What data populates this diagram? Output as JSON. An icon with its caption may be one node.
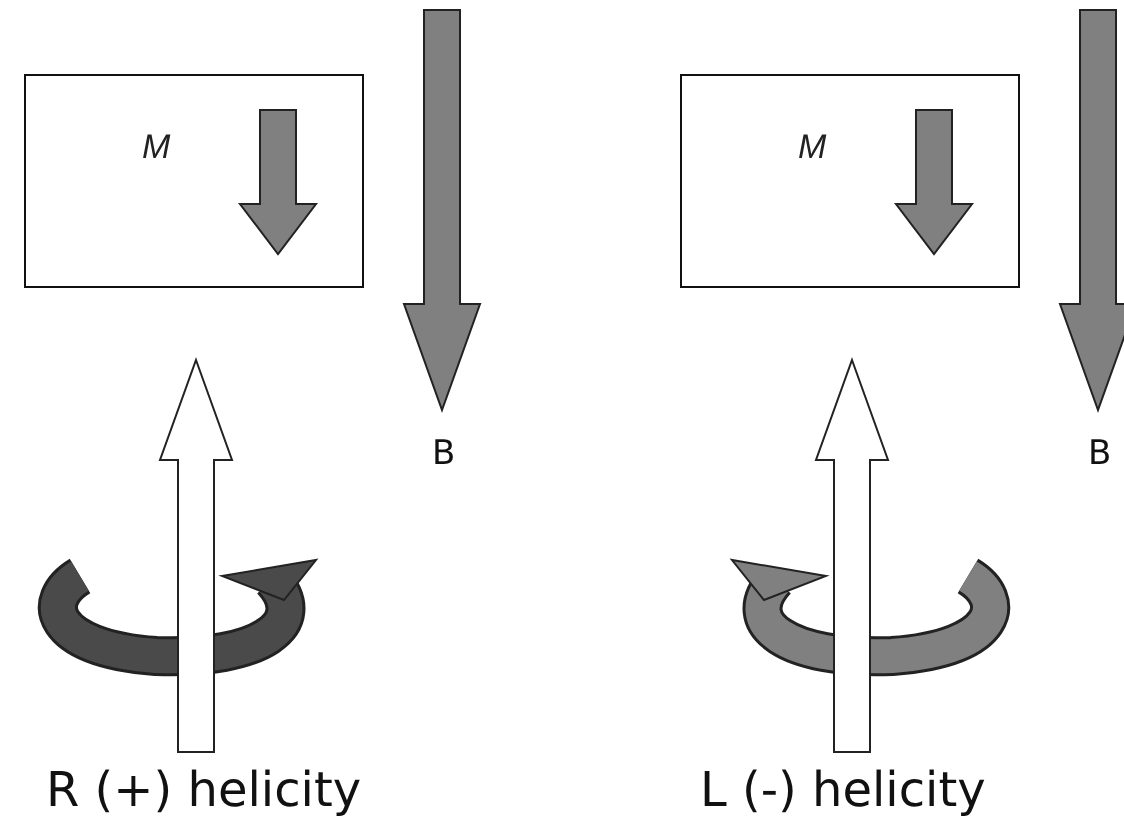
{
  "diagram": {
    "nodes": [
      {
        "text": [
          "M"
        ]
      },
      {
        "text": [
          "M"
        ]
      }
    ],
    "labels": [
      "B",
      "R (+) helicity",
      "B",
      "L (-) helicity"
    ]
  }
}
